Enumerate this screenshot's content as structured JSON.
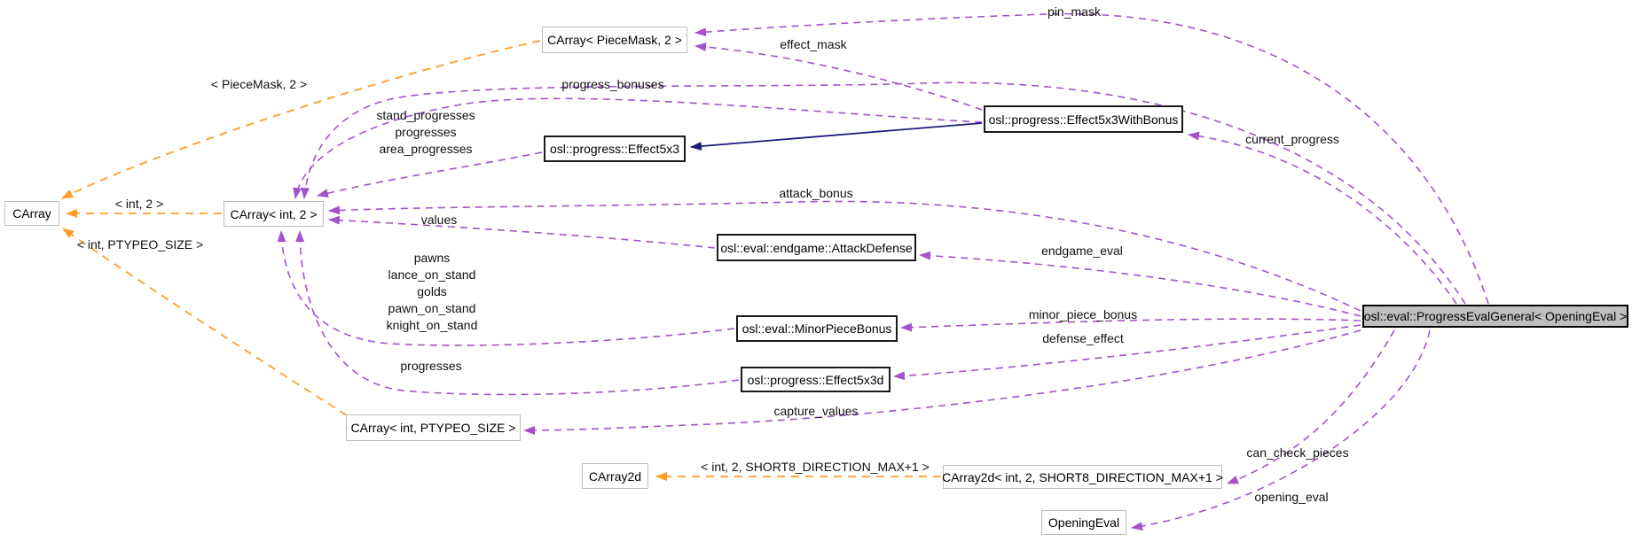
{
  "diagram_type": "doxygen-collaboration-graph",
  "colors": {
    "usage_edge": "#A352CC",
    "template_edge": "#FF9D26",
    "inheritance_edge": "#1B1B78",
    "main_node_fill": "#BFBFBF",
    "class_node_border": "#1A1A1A",
    "template_node_border": "#BDBDBD"
  },
  "nodes": [
    {
      "id": "carray",
      "label": "CArray",
      "kind": "template"
    },
    {
      "id": "carray-int-2",
      "label": "CArray< int, 2 >",
      "kind": "template"
    },
    {
      "id": "carray-piecemask-2",
      "label": "CArray< PieceMask, 2 >",
      "kind": "template"
    },
    {
      "id": "effect5x3",
      "label": "osl::progress::Effect5x3",
      "kind": "class"
    },
    {
      "id": "effect5x3withbonus",
      "label": "osl::progress::Effect5x3WithBonus",
      "kind": "class"
    },
    {
      "id": "attackdefense",
      "label": "osl::eval::endgame::AttackDefense",
      "kind": "class"
    },
    {
      "id": "minorpiecebonus",
      "label": "osl::eval::MinorPieceBonus",
      "kind": "class"
    },
    {
      "id": "effect5x3d",
      "label": "osl::progress::Effect5x3d",
      "kind": "class"
    },
    {
      "id": "carray-int-ptypeo",
      "label": "CArray< int, PTYPEO_SIZE >",
      "kind": "template"
    },
    {
      "id": "carray2d",
      "label": "CArray2d",
      "kind": "template"
    },
    {
      "id": "carray2d-short8",
      "label": "CArray2d< int, 2, SHORT8_DIRECTION_MAX+1 >",
      "kind": "template"
    },
    {
      "id": "openingeval",
      "label": "OpeningEval",
      "kind": "template"
    },
    {
      "id": "main",
      "label": "osl::eval::ProgressEvalGeneral< OpeningEval >",
      "kind": "main"
    }
  ],
  "edges": [
    {
      "id": "pin-mask",
      "label": "pin_mask",
      "from": "osl::eval::ProgressEvalGeneral< OpeningEval >",
      "to": "CArray< PieceMask, 2 >",
      "relation": "usage"
    },
    {
      "id": "effect-mask",
      "label": "effect_mask",
      "from": "osl::progress::Effect5x3WithBonus",
      "to": "CArray< PieceMask, 2 >",
      "relation": "usage"
    },
    {
      "id": "progress-bonuses",
      "label": "progress_bonuses",
      "from": "osl::eval::ProgressEvalGeneral< OpeningEval >",
      "to": "CArray< int, 2 >",
      "relation": "usage"
    },
    {
      "id": "stand-progresses-block",
      "label": [
        "stand_progresses",
        "progresses",
        "area_progresses"
      ],
      "from": "osl::progress::Effect5x3WithBonus",
      "to": "CArray< int, 2 >",
      "relation": "usage"
    },
    {
      "id": "effect5x3-to-carray",
      "label": "",
      "from": "osl::progress::Effect5x3",
      "to": "CArray< int, 2 >",
      "relation": "usage"
    },
    {
      "id": "tpl-int-2",
      "label": "< int, 2 >",
      "from": "CArray< int, 2 >",
      "to": "CArray",
      "relation": "template"
    },
    {
      "id": "tpl-piecemask-2",
      "label": "< PieceMask, 2 >",
      "from": "CArray< PieceMask, 2 >",
      "to": "CArray",
      "relation": "template"
    },
    {
      "id": "tpl-ptypeo",
      "label": "< int, PTYPEO_SIZE >",
      "from": "CArray< int, PTYPEO_SIZE >",
      "to": "CArray",
      "relation": "template"
    },
    {
      "id": "attack-bonus",
      "label": "attack_bonus",
      "from": "osl::eval::ProgressEvalGeneral< OpeningEval >",
      "to": "CArray< int, 2 >",
      "relation": "usage"
    },
    {
      "id": "values",
      "label": "values",
      "from": "osl::eval::endgame::AttackDefense",
      "to": "CArray< int, 2 >",
      "relation": "usage"
    },
    {
      "id": "endgame-eval",
      "label": "endgame_eval",
      "from": "osl::eval::ProgressEvalGeneral< OpeningEval >",
      "to": "osl::eval::endgame::AttackDefense",
      "relation": "usage"
    },
    {
      "id": "stand-pieces-block",
      "label": [
        "pawns",
        "lance_on_stand",
        "golds",
        "pawn_on_stand",
        "knight_on_stand"
      ],
      "from": "osl::eval::MinorPieceBonus",
      "to": "CArray< int, 2 >",
      "relation": "usage"
    },
    {
      "id": "minor-piece-bonus",
      "label": "minor_piece_bonus",
      "from": "osl::eval::ProgressEvalGeneral< OpeningEval >",
      "to": "osl::eval::MinorPieceBonus",
      "relation": "usage"
    },
    {
      "id": "defense-effect",
      "label": "defense_effect",
      "from": "osl::eval::ProgressEvalGeneral< OpeningEval >",
      "to": "osl::progress::Effect5x3d",
      "relation": "usage"
    },
    {
      "id": "progresses",
      "label": "progresses",
      "from": "osl::progress::Effect5x3d",
      "to": "CArray< int, 2 >",
      "relation": "usage"
    },
    {
      "id": "capture-values",
      "label": "capture_values",
      "from": "osl::eval::ProgressEvalGeneral< OpeningEval >",
      "to": "CArray< int, PTYPEO_SIZE >",
      "relation": "usage"
    },
    {
      "id": "tpl-short8",
      "label": "< int, 2, SHORT8_DIRECTION_MAX+1 >",
      "from": "CArray2d< int, 2, SHORT8_DIRECTION_MAX+1 >",
      "to": "CArray2d",
      "relation": "template"
    },
    {
      "id": "can-check-pieces",
      "label": "can_check_pieces",
      "from": "osl::eval::ProgressEvalGeneral< OpeningEval >",
      "to": "CArray2d< int, 2, SHORT8_DIRECTION_MAX+1 >",
      "relation": "usage"
    },
    {
      "id": "opening-eval",
      "label": "opening_eval",
      "from": "osl::eval::ProgressEvalGeneral< OpeningEval >",
      "to": "OpeningEval",
      "relation": "usage"
    },
    {
      "id": "current-progress",
      "label": "current_progress",
      "from": "osl::eval::ProgressEvalGeneral< OpeningEval >",
      "to": "osl::progress::Effect5x3WithBonus",
      "relation": "usage"
    },
    {
      "id": "inheritance",
      "label": "",
      "from": "osl::progress::Effect5x3WithBonus",
      "to": "osl::progress::Effect5x3",
      "relation": "public-inheritance"
    }
  ]
}
